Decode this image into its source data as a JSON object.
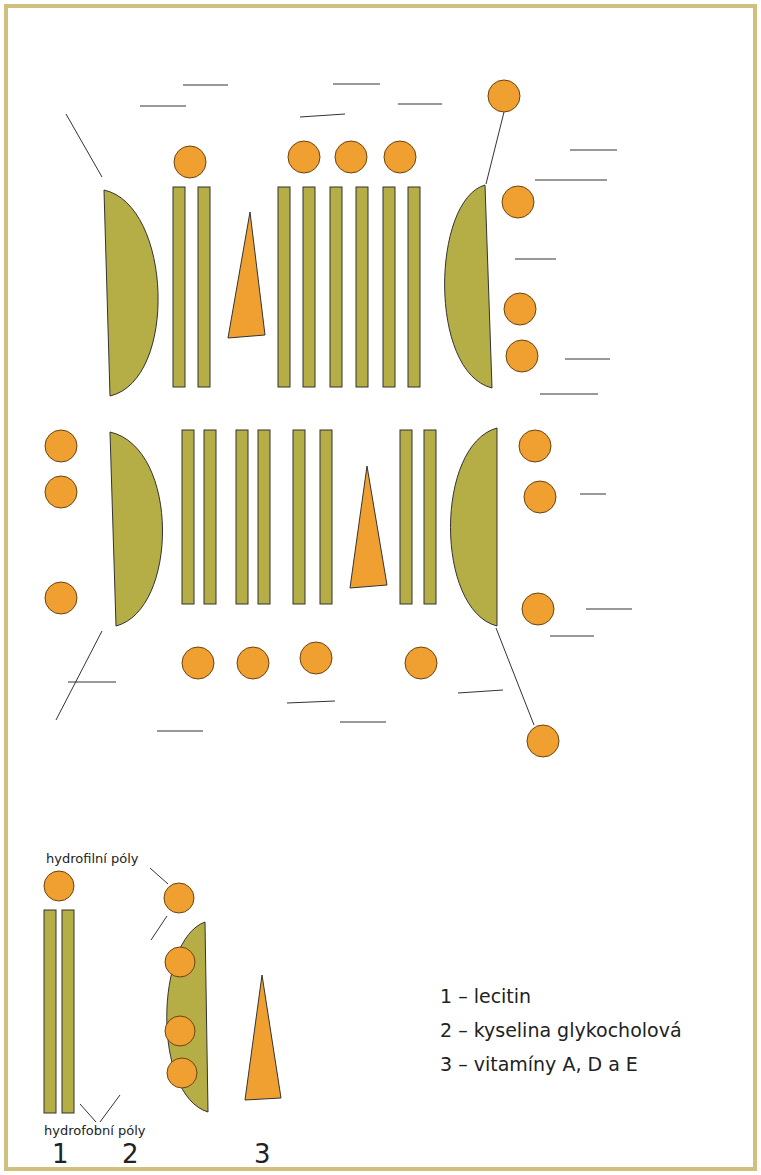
{
  "diagram": {
    "labels": [
      "hydrofilní póly",
      "hydrofobní póly",
      "1",
      "2",
      "3",
      "1 – lecitin",
      "2 – kyselina glykocholová",
      "3 – vitamíny A, D a E"
    ]
  }
}
